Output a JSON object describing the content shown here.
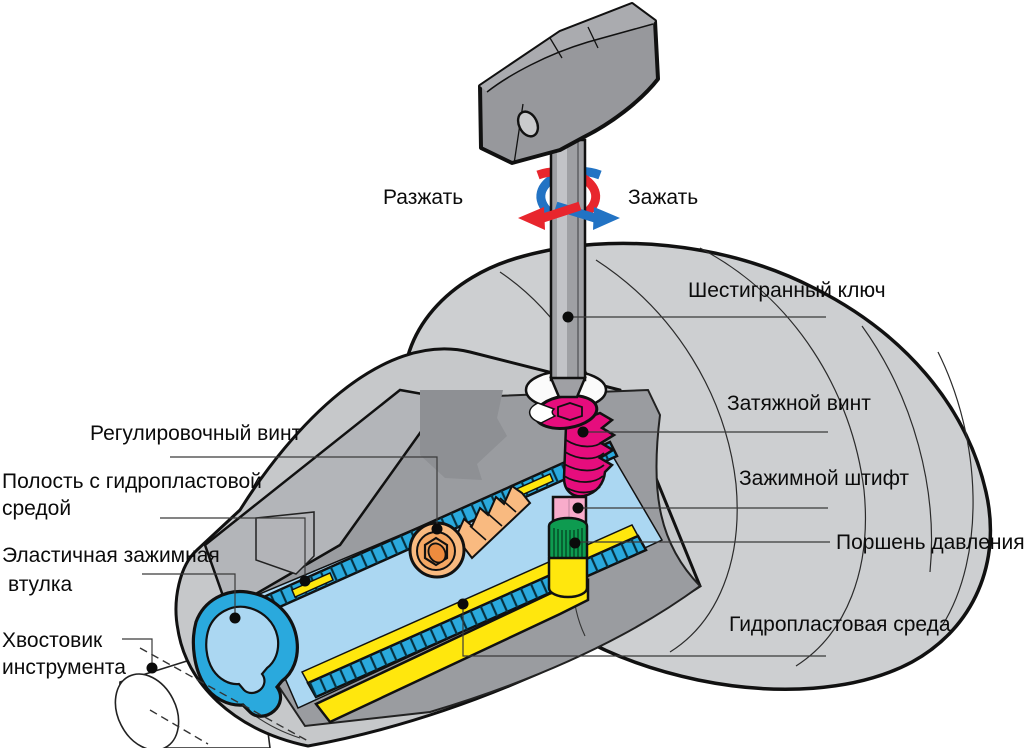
{
  "diagram": {
    "rotation_labels": {
      "release": "Разжать",
      "clamp": "Зажать"
    },
    "callouts": {
      "hex_key": "Шестигранный ключ",
      "tension_screw": "Затяжной винт",
      "clamping_pin": "Зажимной штифт",
      "pressure_piston": "Поршень давления",
      "hydroplast_medium": "Гидропластовая среда",
      "adjusting_screw": "Регулировочный винт",
      "cavity_line1": "Полость с гидропластовой",
      "cavity_line2": "средой",
      "sleeve_line1": "Эластичная зажимная",
      "sleeve_line2": "втулка",
      "shank_line1": "Хвостовик",
      "shank_line2": "инструмента"
    },
    "colors": {
      "release_arrow": "#2273c4",
      "clamp_arrow": "#e8262d",
      "tension_screw": "#e60d7d",
      "clamping_pin": "#f8accb",
      "pressure_piston": "#0e9b50",
      "hydroplast": "#ffe70d",
      "adjusting_screw": "#f9ba80",
      "elastic_sleeve": "#2aa9dd",
      "tool_bore": "#abd7f2",
      "body_gray": "#cdcfd1"
    }
  }
}
